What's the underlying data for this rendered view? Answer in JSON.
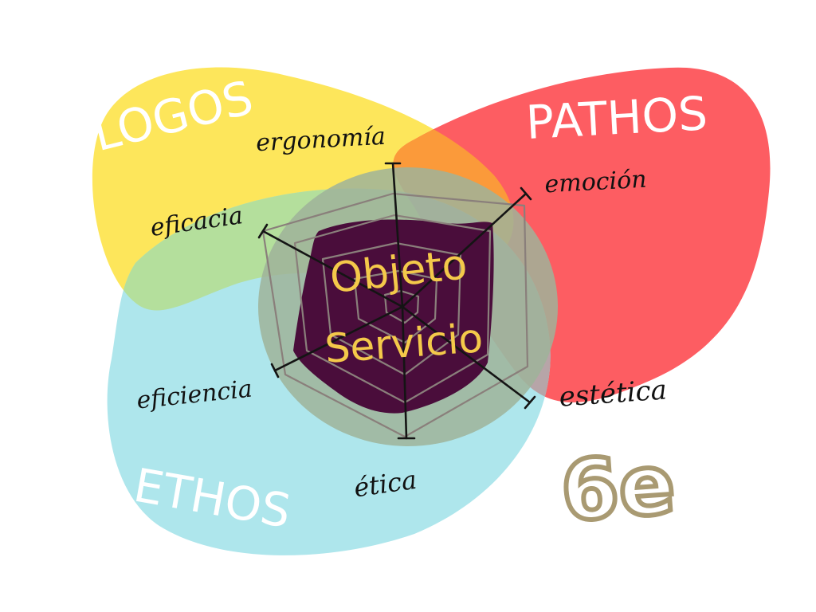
{
  "colors": {
    "logos": "#fde65b",
    "pathos": "#fd5d62",
    "ethos": "#aee6ec",
    "overlap_logos_ethos": "#b4df9c",
    "overlap_logos_pathos": "#fb9a3a",
    "overlap_pathos_ethos": "#b7a5a8",
    "center_disc": "#9fb39a",
    "web_fill": "#4a0d3b",
    "web_lines": "#8a7f7b",
    "axis_lines": "#141414",
    "center_text": "#f4c94a",
    "logo_mark": "#a99a72"
  },
  "regions": {
    "logos": "LOGOS",
    "pathos": "PATHOS",
    "ethos": "ETHOS"
  },
  "axes": [
    {
      "name": "ergonomia",
      "label": "ergonomía"
    },
    {
      "name": "emocion",
      "label": "emoción"
    },
    {
      "name": "estetica",
      "label": "estética"
    },
    {
      "name": "etica",
      "label": "ética"
    },
    {
      "name": "eficiencia",
      "label": "eficiencia"
    },
    {
      "name": "eficacia",
      "label": "eficacia"
    }
  ],
  "center": {
    "line1": "Objeto",
    "line2": "Servicio"
  },
  "logo_mark": "6e"
}
